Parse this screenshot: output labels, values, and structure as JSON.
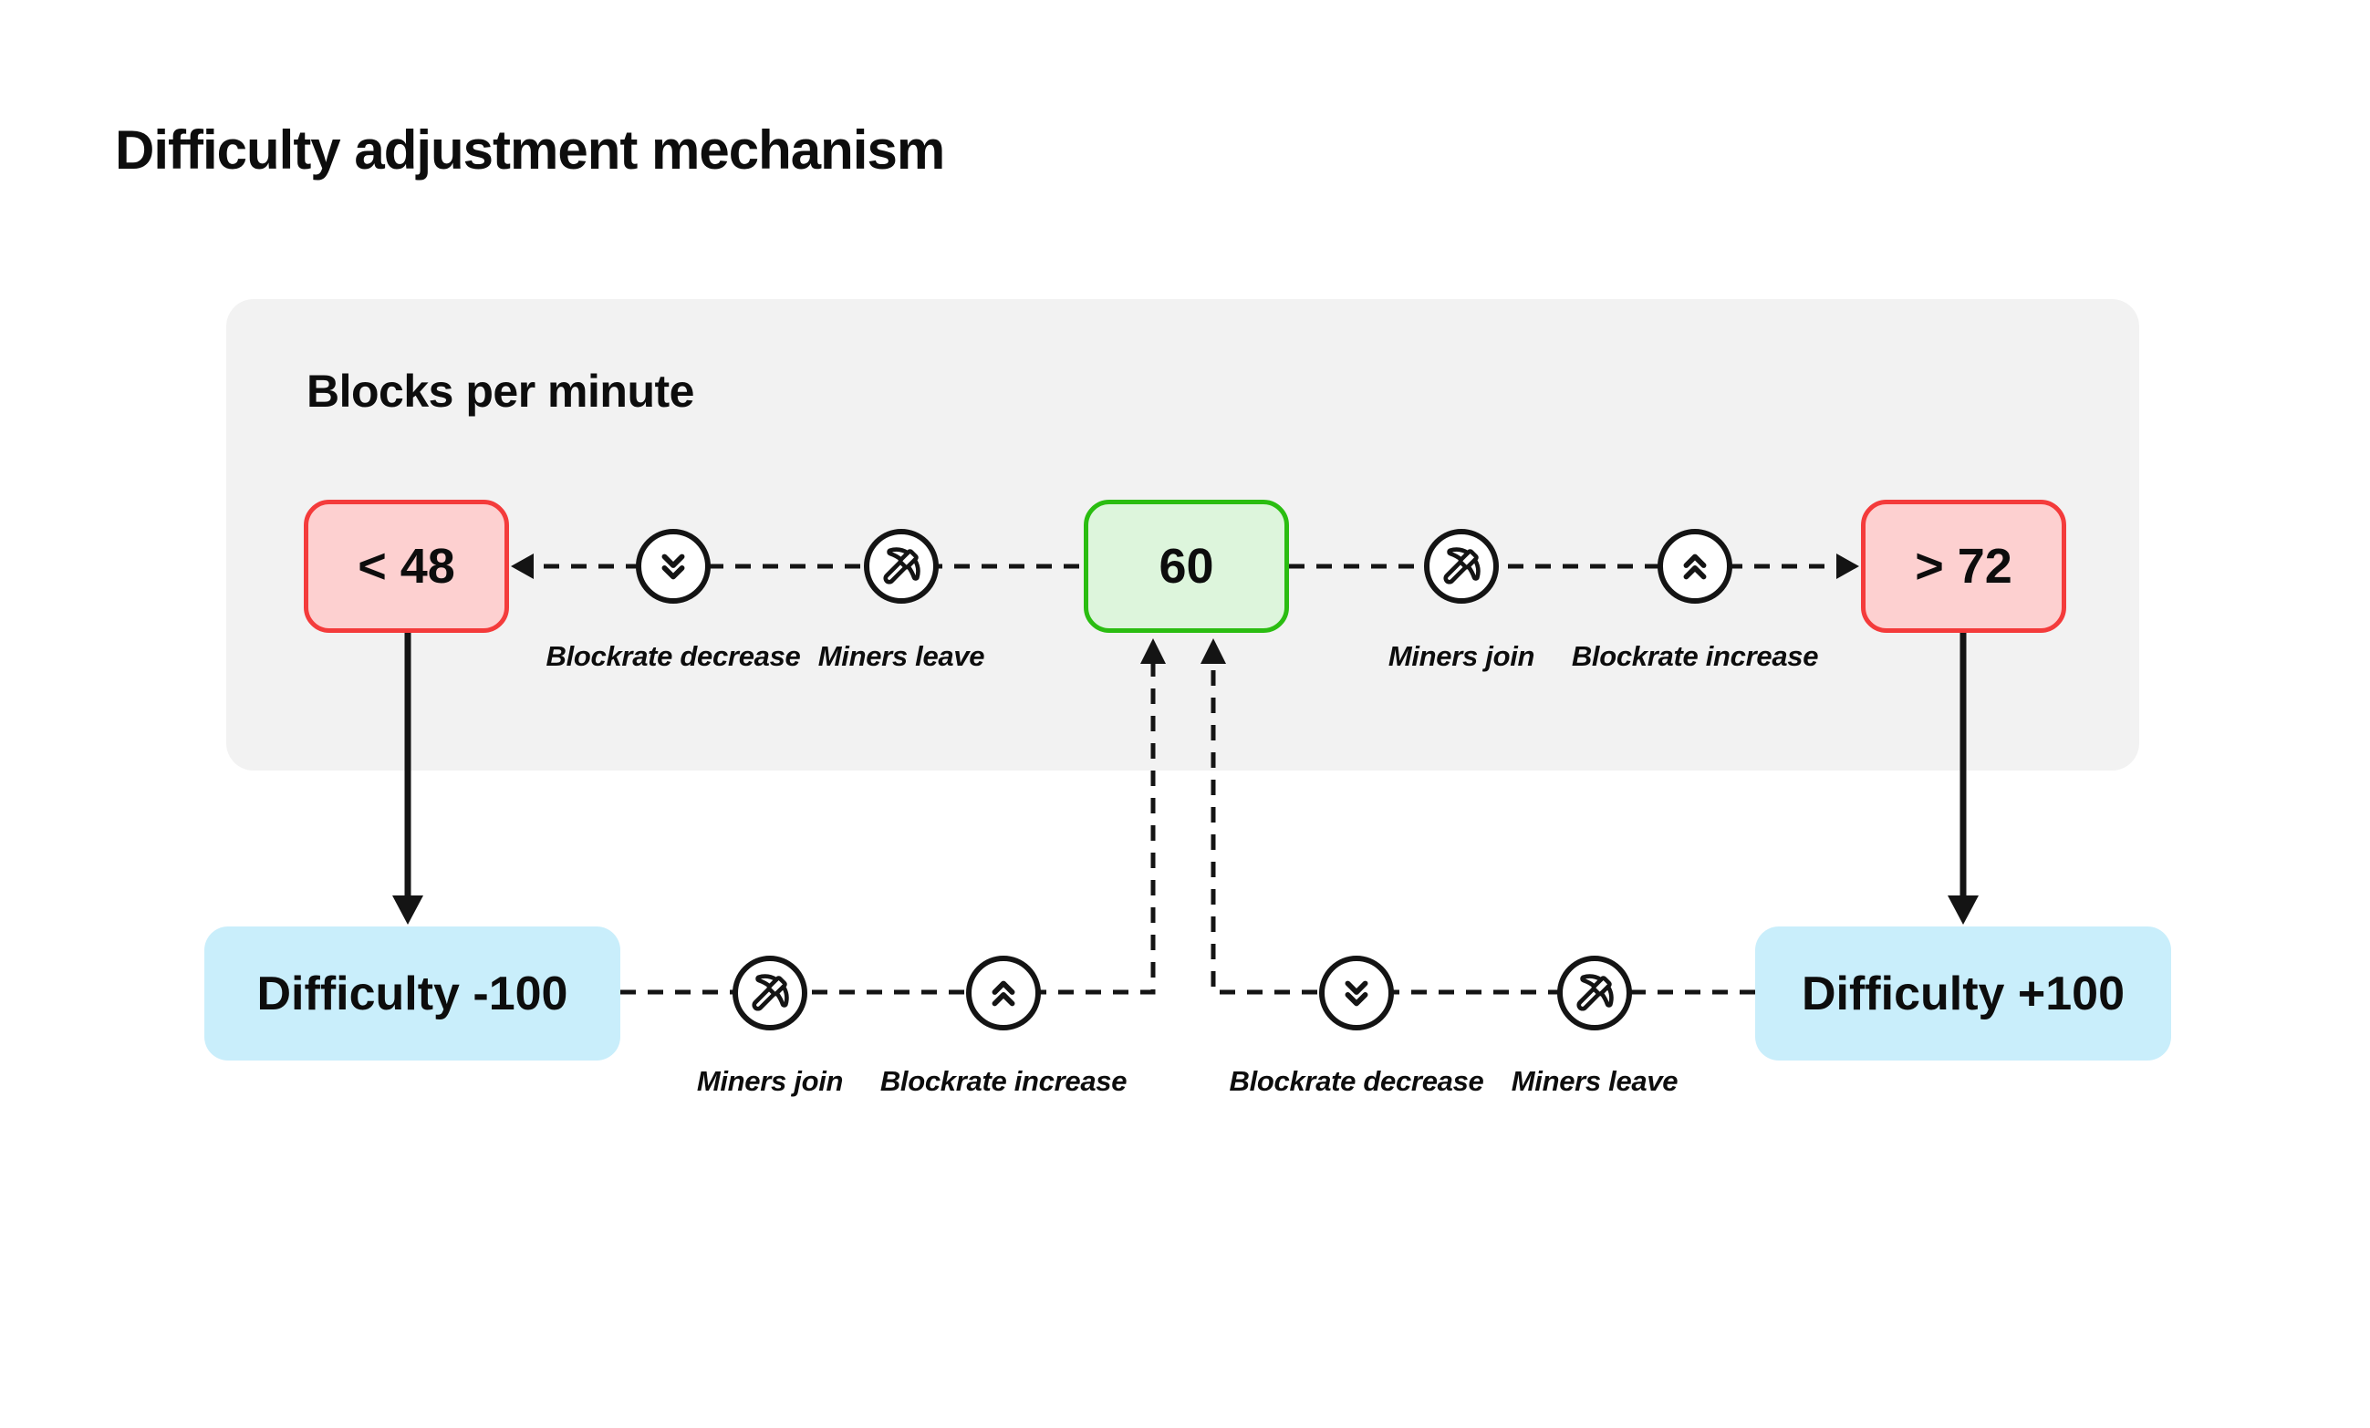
{
  "title": "Difficulty adjustment mechanism",
  "panel": {
    "label": "Blocks per minute"
  },
  "nodes": {
    "low": {
      "label": "< 48"
    },
    "target": {
      "label": "60"
    },
    "high": {
      "label": "> 72"
    },
    "difficulty_minus": {
      "label": "Difficulty -100"
    },
    "difficulty_plus": {
      "label": "Difficulty +100"
    }
  },
  "flow": {
    "top": [
      {
        "icon": "chevrons-down-icon",
        "label": "Blockrate decrease"
      },
      {
        "icon": "pickaxe-icon",
        "label": "Miners leave"
      },
      {
        "icon": "pickaxe-icon",
        "label": "Miners join"
      },
      {
        "icon": "chevrons-up-icon",
        "label": "Blockrate increase"
      }
    ],
    "bottom": [
      {
        "icon": "pickaxe-icon",
        "label": "Miners join"
      },
      {
        "icon": "chevrons-up-icon",
        "label": "Blockrate increase"
      },
      {
        "icon": "chevrons-down-icon",
        "label": "Blockrate decrease"
      },
      {
        "icon": "pickaxe-icon",
        "label": "Miners leave"
      }
    ]
  },
  "colors": {
    "background": "#ffffff",
    "panel_background": "#f2f2f2",
    "alert_fill": "#fdd0d0",
    "alert_border": "#f43b3b",
    "target_fill": "#ddf5dc",
    "target_border": "#2abd11",
    "difficulty_fill": "#c9eefb",
    "line": "#141414",
    "text": "#0d0d0d"
  }
}
